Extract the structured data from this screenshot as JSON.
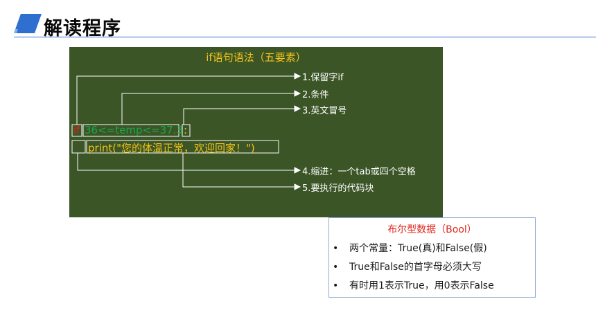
{
  "header": {
    "title": "解读程序"
  },
  "syntax_board": {
    "title": "if语句语法（五要素）",
    "code_line1": {
      "keyword": "if",
      "condition": "36<=temp<=37.3",
      "colon": ":"
    },
    "code_line2": {
      "body": "print(\"您的体温正常，欢迎回家！\")"
    },
    "callouts": [
      "1.保留字if",
      "2.条件",
      "3.英文冒号",
      "4.缩进：一个tab或四个空格",
      "5.要执行的代码块"
    ]
  },
  "bool_box": {
    "title": "布尔型数据（Bool）",
    "items": [
      "两个常量：True(真)和False(假)",
      "True和False的首字母必须大写",
      "有时用1表示True，用0表示False"
    ],
    "bullet": "•"
  },
  "colors": {
    "board_bg": "#3b5527",
    "accent_yellow": "#f5c518",
    "code_green": "#1aa84a",
    "keyword_red": "#e0261e",
    "title_blue": "#2f6fcf"
  }
}
